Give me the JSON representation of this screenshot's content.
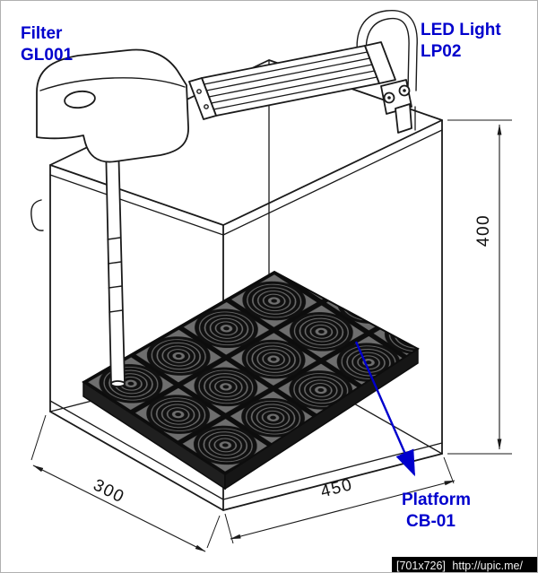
{
  "diagram": {
    "labels": {
      "filter": {
        "title": "Filter",
        "model": "GL001"
      },
      "led_light": {
        "title": "LED Light",
        "model": "LP02"
      },
      "platform": {
        "title": "Platform",
        "model": "CB-01"
      }
    },
    "dimensions": {
      "height": "400",
      "length": "450",
      "width": "300"
    }
  },
  "watermark": {
    "size": "[701x726]",
    "url": "http://upic.me/"
  },
  "colors": {
    "label_blue": "#0000cd",
    "line_dark": "#1a1a1a"
  }
}
